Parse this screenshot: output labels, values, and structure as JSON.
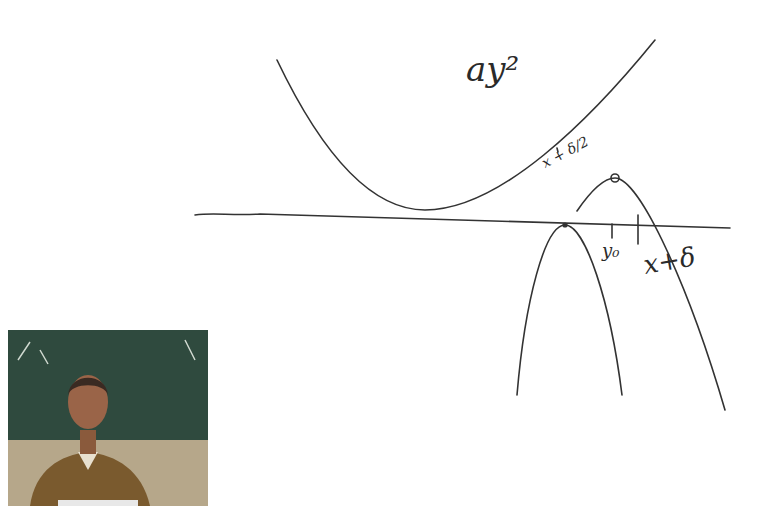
{
  "diagram": {
    "labels": [
      "ay²",
      "x + δ/2",
      "y₀",
      "x+δ"
    ]
  }
}
